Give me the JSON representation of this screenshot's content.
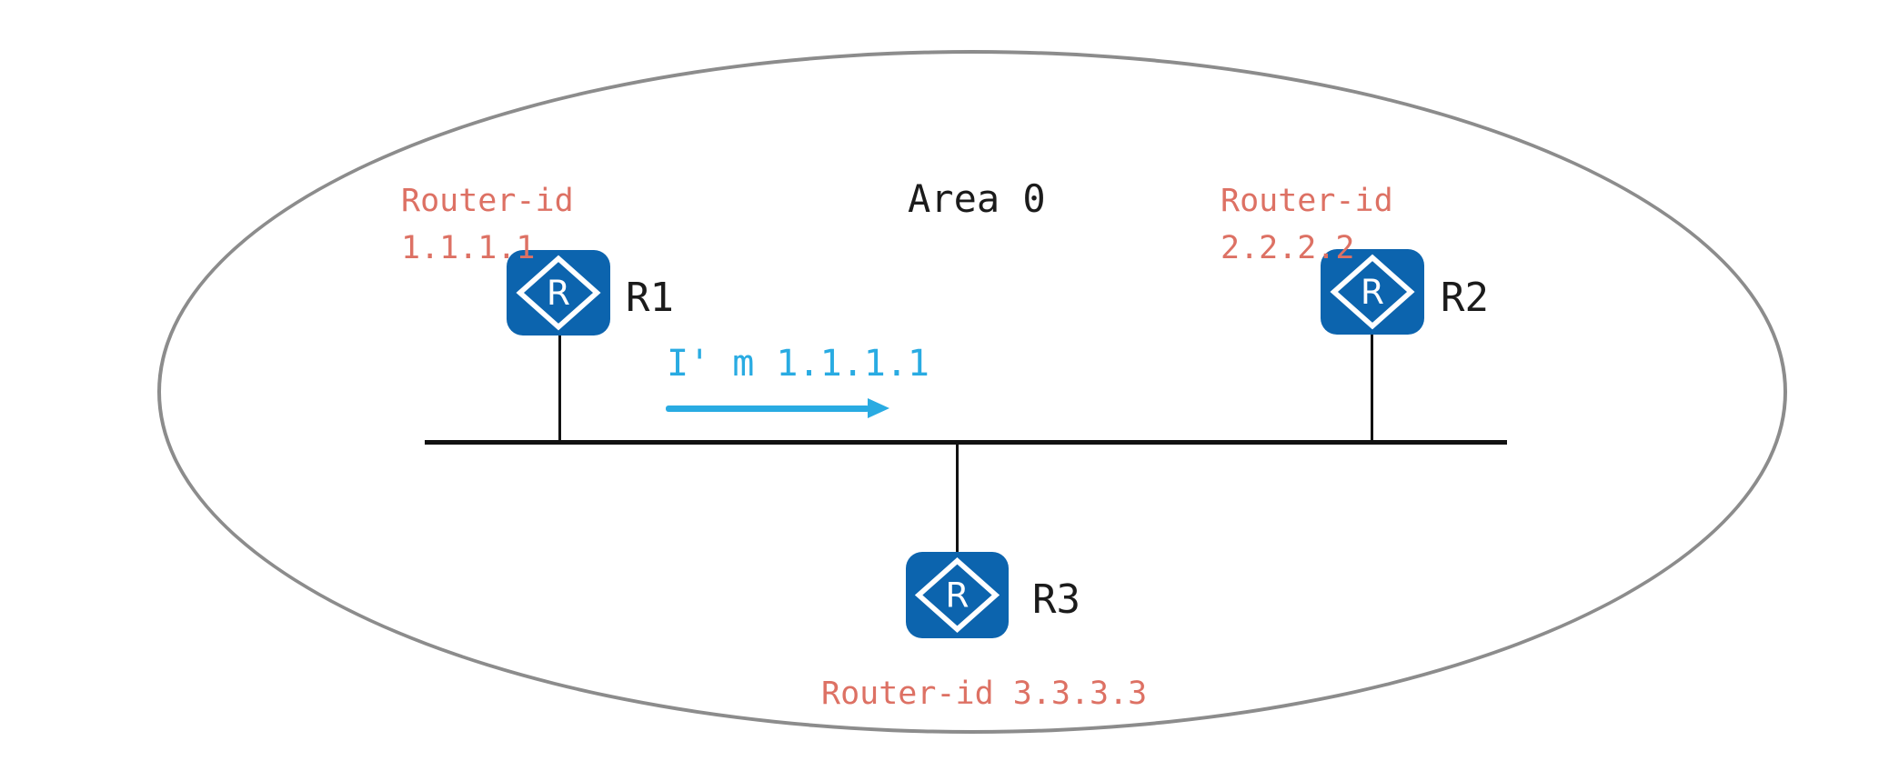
{
  "area": {
    "label": "Area 0"
  },
  "icons": {
    "router_letter": "R"
  },
  "colors": {
    "router_blue": "#0c64ae",
    "label_red": "#dd7164",
    "message_blue": "#29abe2",
    "boundary_gray": "#8c8c8c",
    "wire_black": "#121212"
  },
  "routers": {
    "r1": {
      "name": "R1",
      "id_line1": "Router-id",
      "id_line2": "1.1.1.1"
    },
    "r2": {
      "name": "R2",
      "id_line1": "Router-id",
      "id_line2": "2.2.2.2"
    },
    "r3": {
      "name": "R3",
      "id_line": "Router-id 3.3.3.3"
    }
  },
  "message": {
    "text": "I' m 1.1.1.1"
  }
}
